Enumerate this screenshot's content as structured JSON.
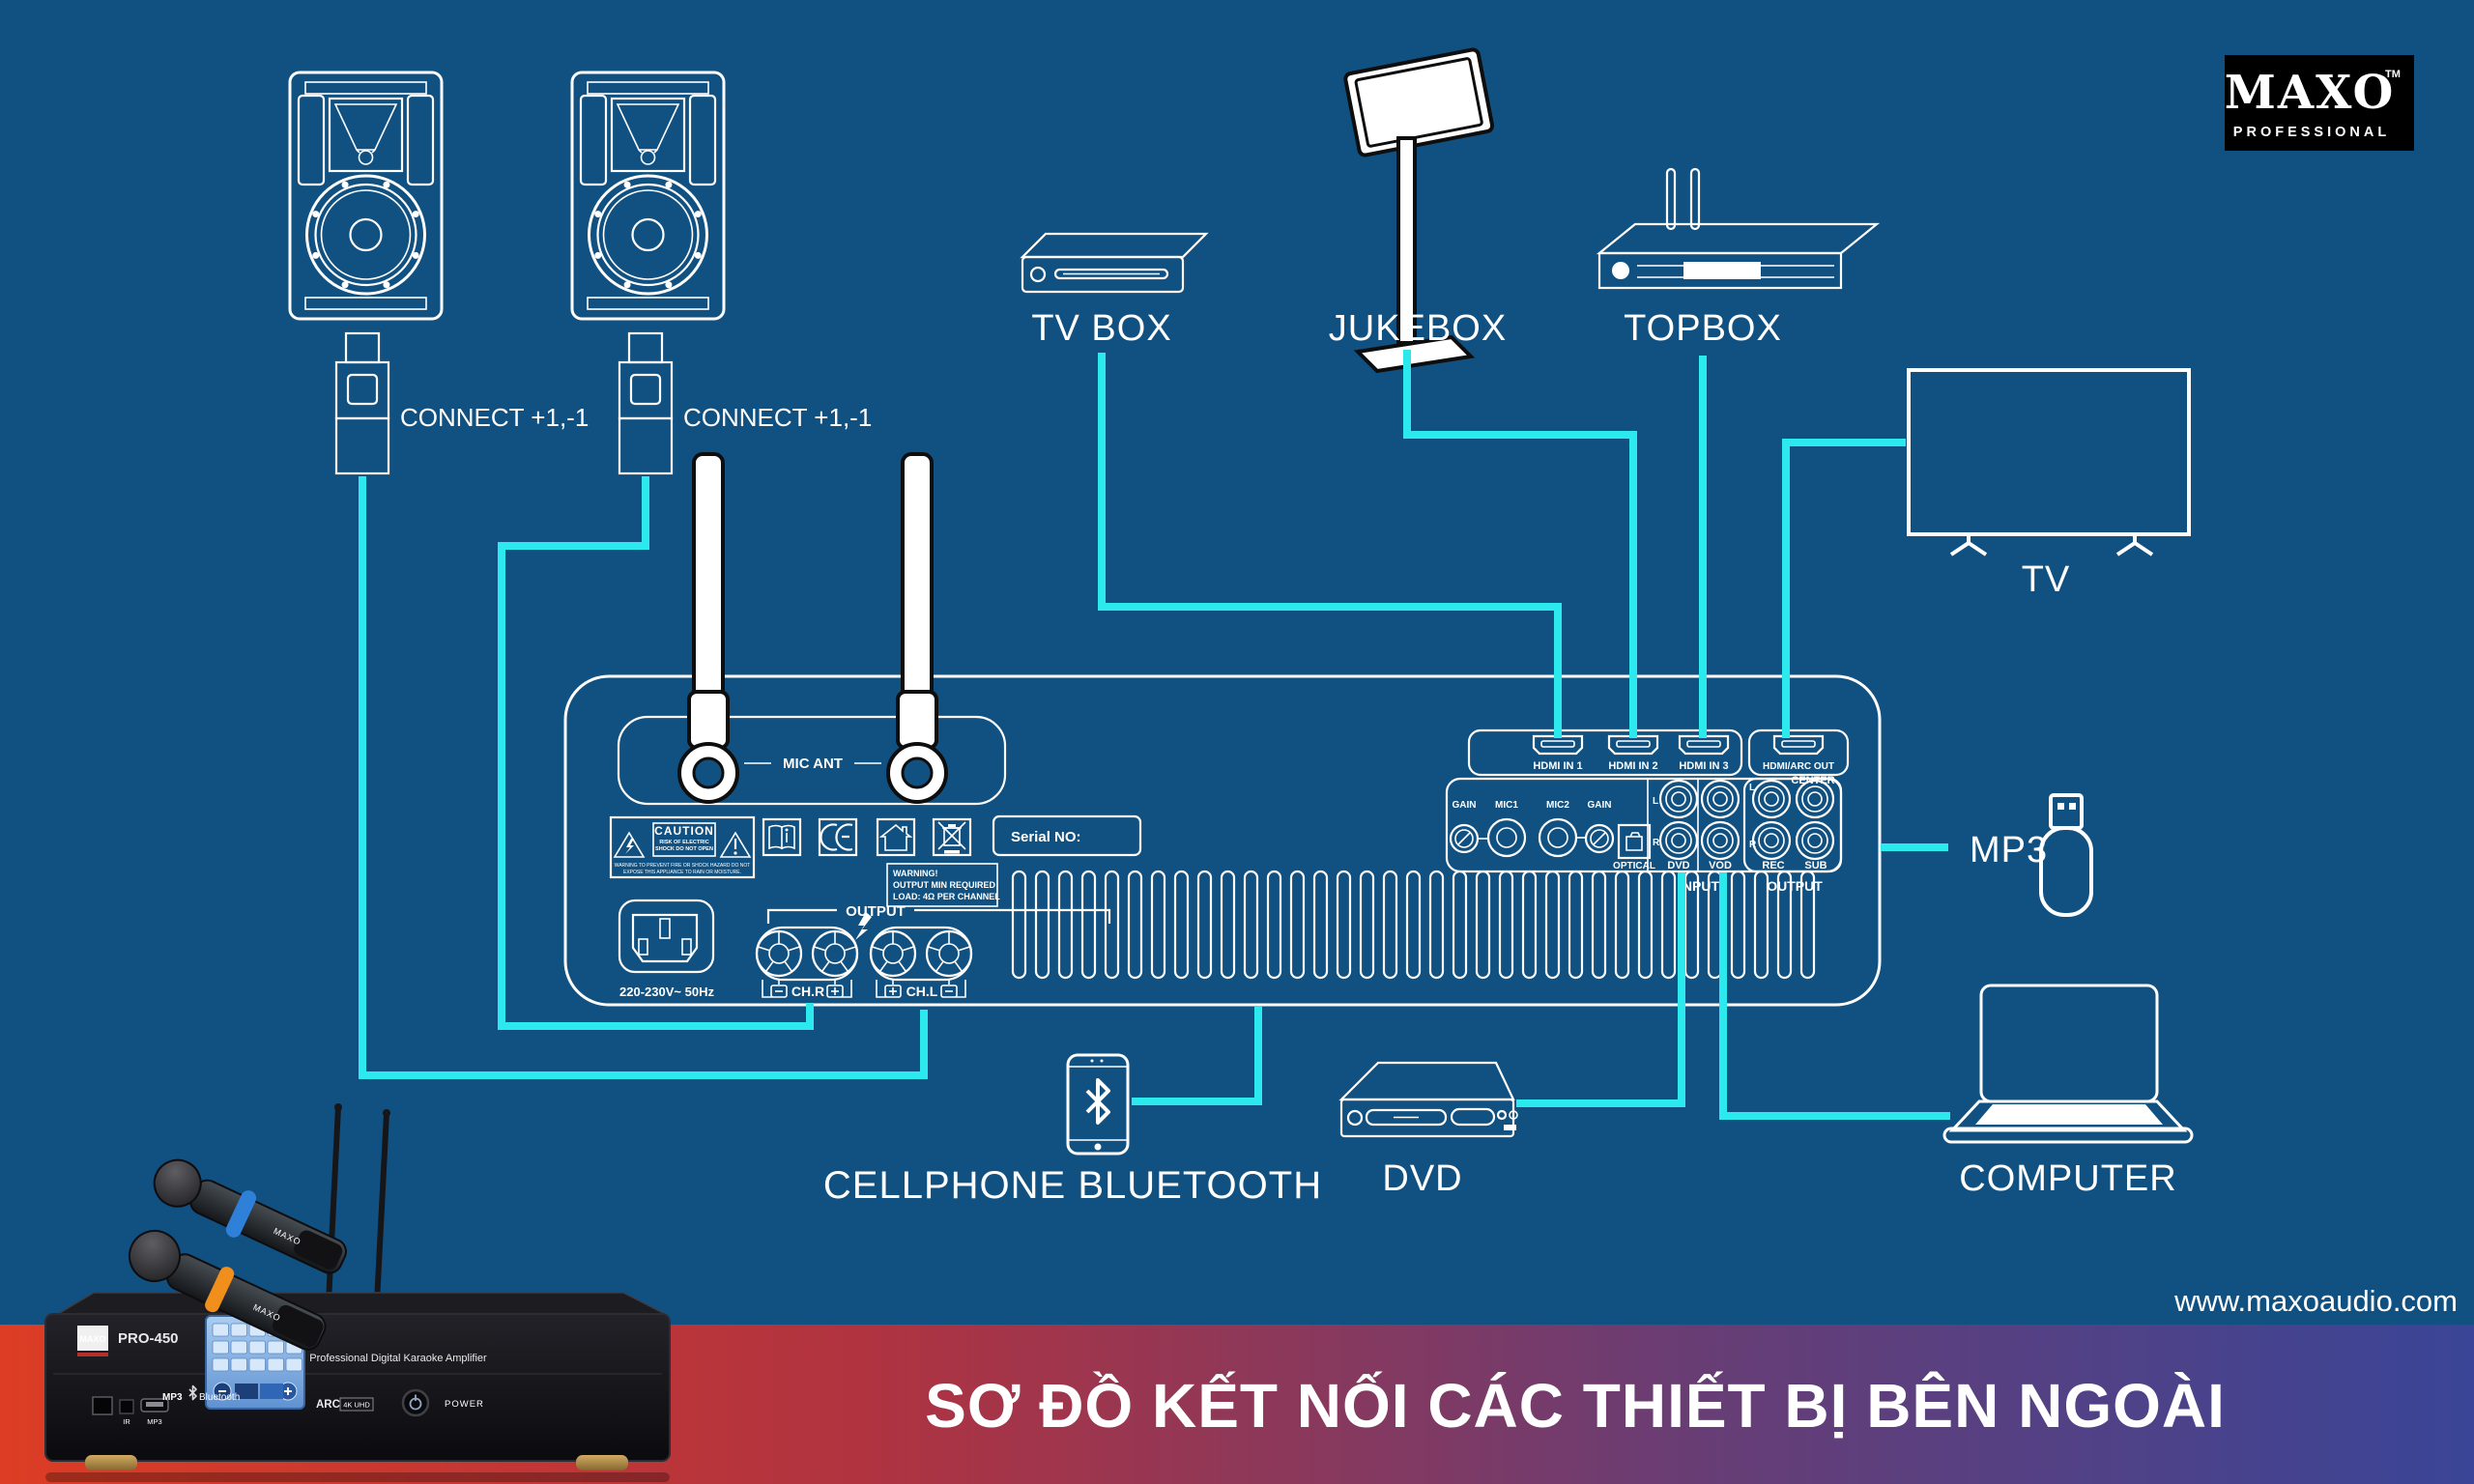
{
  "page": {
    "background": "#115181",
    "line_cyan": "#2BE9EC",
    "art_white": "#FFFFFF"
  },
  "logo": {
    "brand": "MAXO",
    "tm": "TM",
    "subtitle": "PROFESSIONAL"
  },
  "website": "www.maxoaudio.com",
  "banner": {
    "title": "SƠ ĐỒ KẾT NỐI CÁC THIẾT BỊ BÊN NGOÀI",
    "gradient": [
      "#DC3D24",
      "#B03340",
      "#693D74",
      "#3A4597"
    ]
  },
  "devices": {
    "connect_left": "CONNECT +1,-1",
    "connect_right": "CONNECT +1,-1",
    "tv_box": "TV BOX",
    "jukebox": "JUKEBOX",
    "topbox": "TOPBOX",
    "tv": "TV",
    "mp3": "MP3",
    "cellphone": "CELLPHONE BLUETOOTH",
    "dvd": "DVD",
    "computer": "COMPUTER"
  },
  "rear_panel": {
    "mic_ant": "MIC ANT",
    "caution_title": "CAUTION",
    "caution_line1": "RISK OF ELECTRIC",
    "caution_line2": "SHOCK DO NOT OPEN",
    "caution_warning1": "WARNING TO PREVENT FIRE OR SHOCK HAZARD DO NOT",
    "caution_warning2": "EXPOSE THIS APPLIANCE TO RAIN OR MOISTURE.",
    "serial_no": "Serial NO:",
    "warning1": "WARNING!",
    "warning2": "OUTPUT MIN REQUIRED",
    "warning3": "LOAD: 4Ω PER CHANNEL",
    "voltage": "220-230V~ 50Hz",
    "output_section": "OUTPUT",
    "ch_r": "CH.R",
    "ch_l": "CH.L",
    "hdmi_in_1": "HDMI IN 1",
    "hdmi_in_2": "HDMI IN 2",
    "hdmi_in_3": "HDMI IN 3",
    "hdmi_arc_out": "HDMI/ARC OUT",
    "gain": "GAIN",
    "mic1": "MIC1",
    "mic2": "MIC2",
    "optical": "OPTICAL",
    "left": "L",
    "right": "R",
    "input_dvd": "DVD",
    "input_vod": "VOD",
    "out_center": "CENTER",
    "out_rec": "REC",
    "out_sub": "SUB",
    "input": "INPUT",
    "output": "OUTPUT"
  },
  "product": {
    "brand": "MAXO",
    "model": "PRO-450",
    "description": "Professional Digital Karaoke Amplifier",
    "power": "POWER",
    "arc": "ARC",
    "uhd": "4K UHD",
    "mp3": "MP3",
    "bluetooth": "Bluetooth",
    "ir": "IR"
  }
}
